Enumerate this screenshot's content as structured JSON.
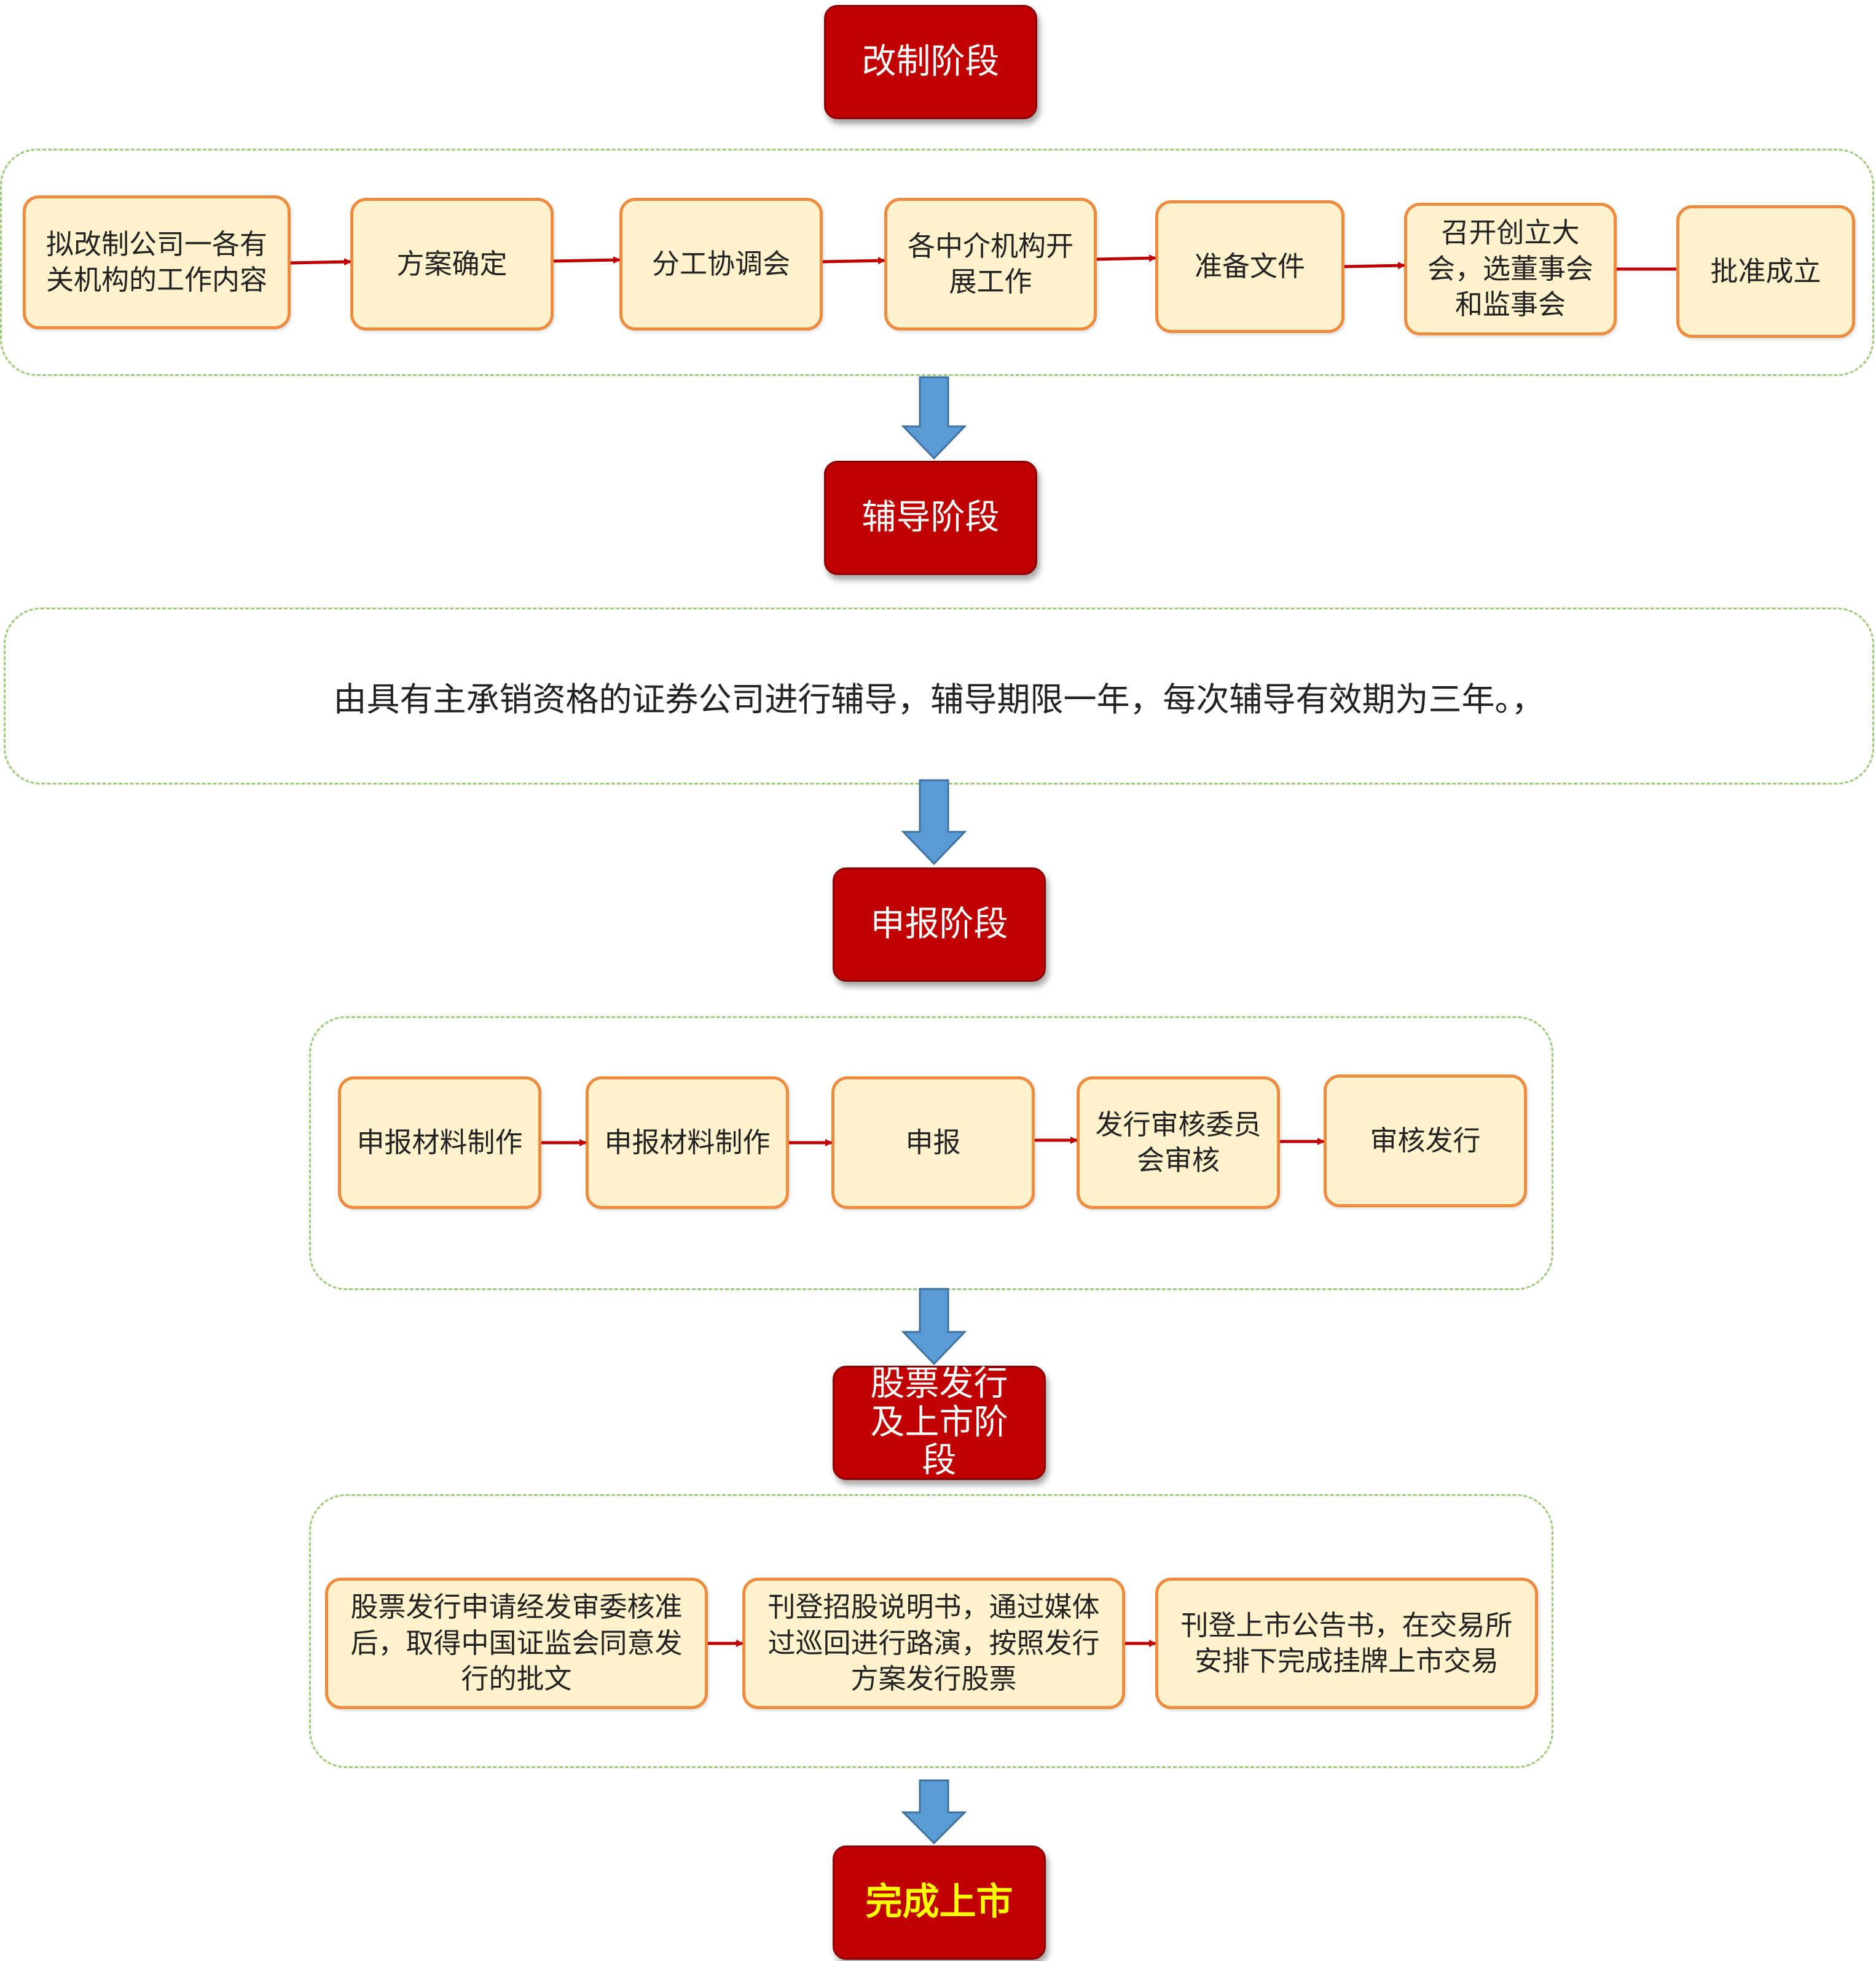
{
  "stages": {
    "s1": "改制阶段",
    "s2": "辅导阶段",
    "s3": "申报阶段",
    "s4": "股票发行及上市阶段",
    "s5": "完成上市"
  },
  "restructure_steps": [
    "拟改制公司一各有关机构的工作内容",
    "方案确定",
    "分工协调会",
    "各中介机构开展工作",
    "准备文件",
    "召开创立大会，选董事会和监事会",
    "批准成立"
  ],
  "counseling_text": "由具有主承销资格的证券公司进行辅导，辅导期限一年，每次辅导有效期为三年。，",
  "application_steps": [
    "申报材料制作",
    "申报材料制作",
    "申报",
    "发行审核委员会审核",
    "审核发行"
  ],
  "listing_steps": [
    "股票发行申请经发审委核准后，取得中国证监会同意发行的批文",
    "刊登招股说明书，通过媒体过巡回进行路演，按照发行方案发行股票",
    "刊登上市公告书，在交易所安排下完成挂牌上市交易"
  ],
  "colors": {
    "stage_fill": "#c00000",
    "final_text": "#ffff00",
    "box_fill": "#fff2cc",
    "box_border": "#ed8b3e",
    "connector": "#c00000",
    "down_arrow": "#5b9bd5",
    "group_border": "#9ccc7a"
  }
}
